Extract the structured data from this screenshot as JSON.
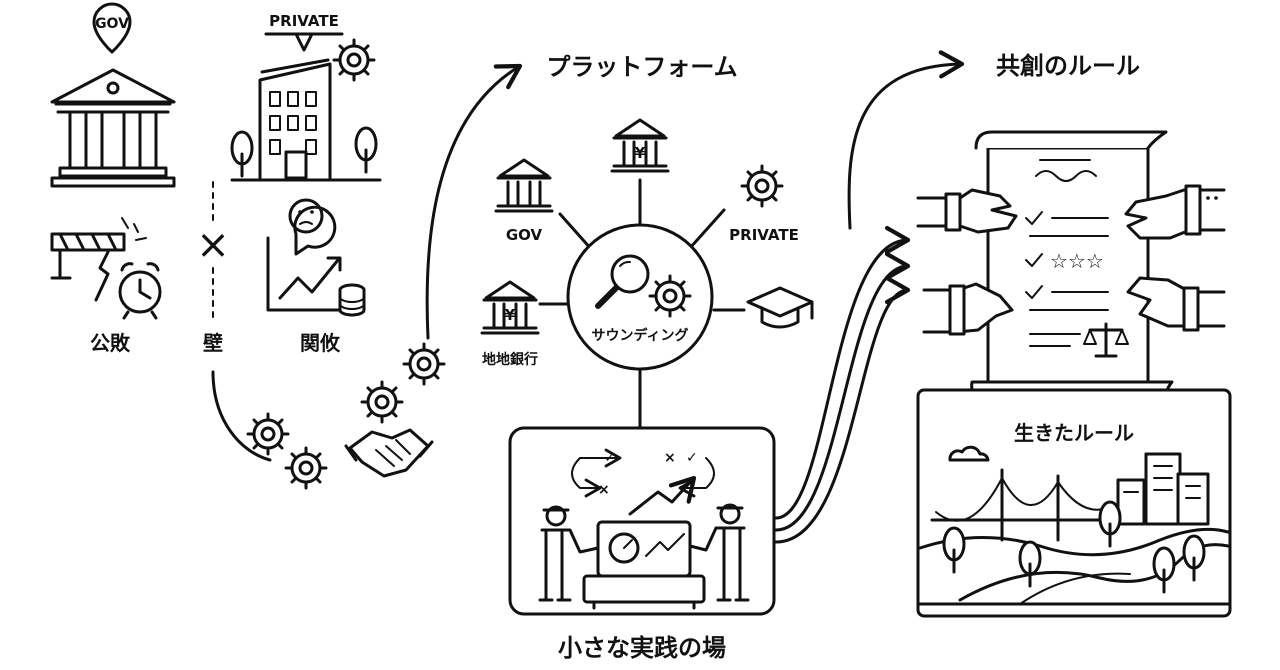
{
  "labels": {
    "gov_pin": "GOV",
    "private_top": "PRIVATE",
    "corruption": "公敗",
    "wall": "壁",
    "cross": "×",
    "stagnation": "関攸",
    "platform_title": "プラットフォーム",
    "hub_gov": "GOV",
    "hub_private": "PRIVATE",
    "hub_yen": "¥",
    "hub_bank_yen": "¥",
    "regional_bank": "地地銀行",
    "sounding": "サウンディング",
    "practice_field": "小さな実践の場",
    "cocreation_rules": "共創のルール",
    "living_rules": "生きたルール",
    "check_marks": "✓",
    "x_marks": "×",
    "stars": "☆☆☆"
  },
  "colors": {
    "ink": "#111111",
    "paper": "#ffffff"
  },
  "icons": [
    "government-building-icon",
    "location-pin-icon",
    "office-building-icon",
    "gear-icon",
    "tree-icon",
    "barrier-icon",
    "alarm-clock-icon",
    "worried-face-icon",
    "growth-chart-icon",
    "coin-stack-icon",
    "handshake-icon",
    "bank-yen-icon",
    "magnifier-icon",
    "graduation-cap-icon",
    "scroll-icon",
    "hand-icon",
    "scales-icon",
    "bridge-icon",
    "city-icon",
    "cloud-icon",
    "worker-icon",
    "machine-icon"
  ]
}
